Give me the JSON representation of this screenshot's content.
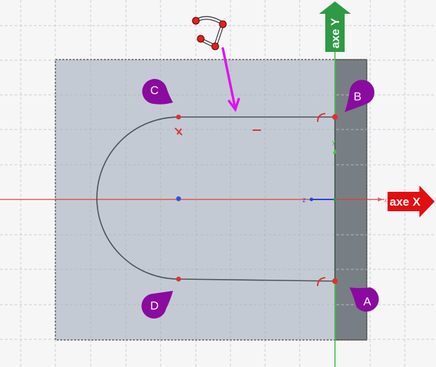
{
  "axes": {
    "x_label": "axe X",
    "y_label": "axe Y",
    "z_small": "z",
    "x_small": "x",
    "y_small": "y"
  },
  "points": {
    "A": "A",
    "B": "B",
    "C": "C",
    "D": "D"
  },
  "colors": {
    "callout": "#8b0aa0",
    "x_axis": "#e30e0e",
    "y_axis": "#2e9a44",
    "arrow": "#e010f0",
    "profile": "#4a4f55"
  }
}
